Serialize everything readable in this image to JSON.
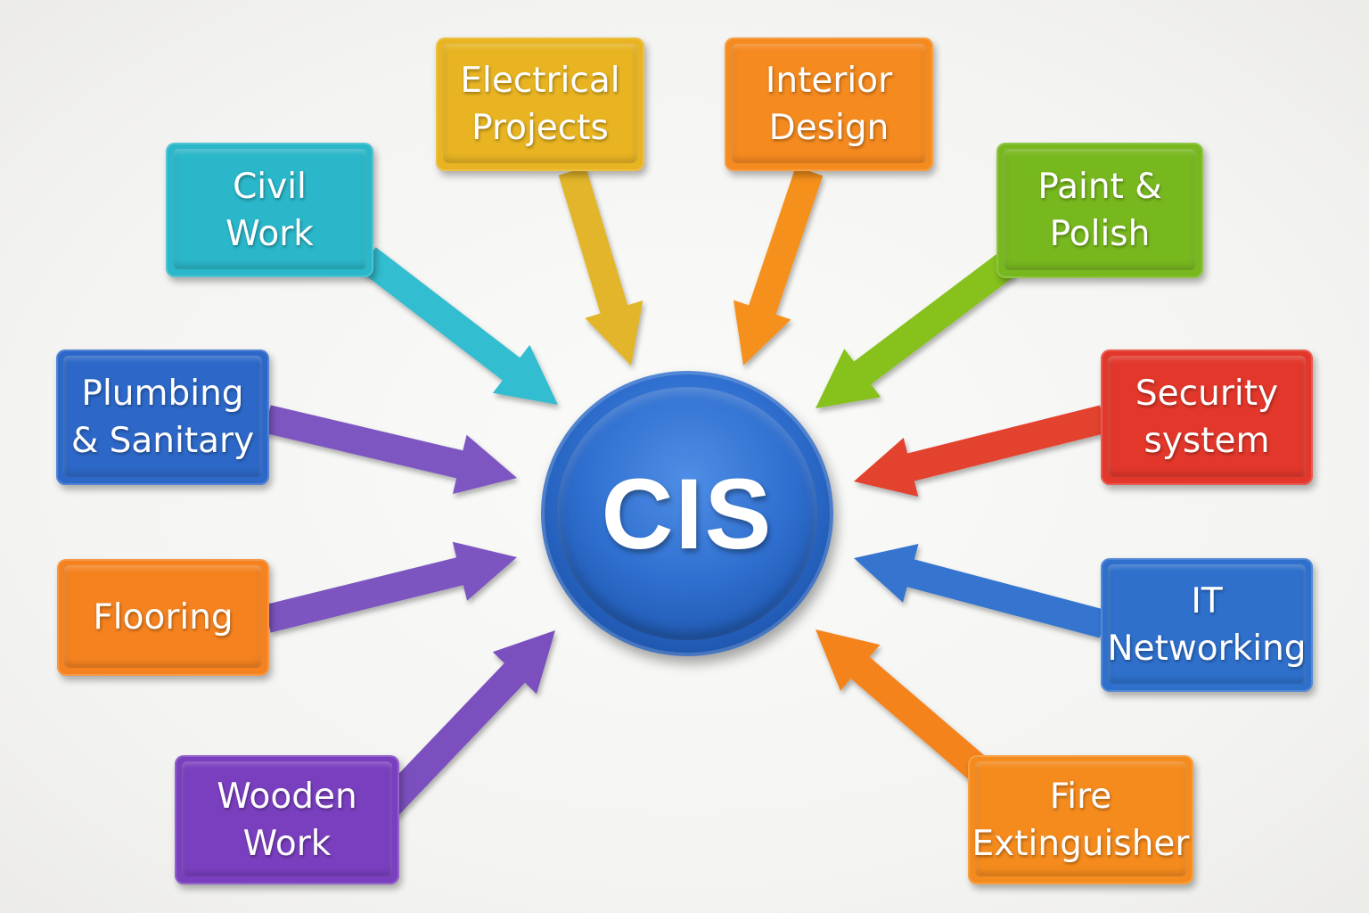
{
  "center": {
    "label": "CIS",
    "color": "#2f6fcf"
  },
  "nodes": [
    {
      "id": "civil",
      "lines": [
        "Civil",
        "Work"
      ],
      "color": "#2ab7c9",
      "arrow_color": "#33bdd0"
    },
    {
      "id": "elec",
      "lines": [
        "Electrical",
        "Projects"
      ],
      "color": "#e8b422",
      "arrow_color": "#e3b52a"
    },
    {
      "id": "interior",
      "lines": [
        "Interior",
        "Design"
      ],
      "color": "#f58a1f",
      "arrow_color": "#f5901f"
    },
    {
      "id": "paint",
      "lines": [
        "Paint &",
        "Polish"
      ],
      "color": "#78b81f",
      "arrow_color": "#86c11f"
    },
    {
      "id": "security",
      "lines": [
        "Security",
        "system"
      ],
      "color": "#e3372b",
      "arrow_color": "#e2422f"
    },
    {
      "id": "it",
      "lines": [
        "IT",
        "Networking"
      ],
      "color": "#2e70cc",
      "arrow_color": "#3474cf"
    },
    {
      "id": "fire",
      "lines": [
        "Fire",
        "Extinguisher"
      ],
      "color": "#f58b1d",
      "arrow_color": "#f5831e"
    },
    {
      "id": "wooden",
      "lines": [
        "Wooden",
        "Work"
      ],
      "color": "#7a3fbf",
      "arrow_color": "#7b4fbf"
    },
    {
      "id": "flooring",
      "lines": [
        "Flooring"
      ],
      "color": "#f5821f",
      "arrow_color": "#7b55c0"
    },
    {
      "id": "plumbing",
      "lines": [
        "Plumbing",
        "& Sanitary"
      ],
      "color": "#2d68c8",
      "arrow_color": "#7d56c1"
    }
  ]
}
